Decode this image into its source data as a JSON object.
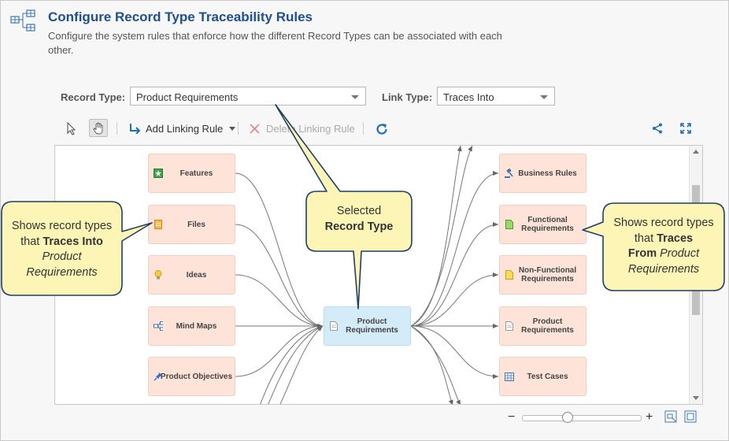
{
  "header": {
    "title": "Configure Record Type Traceability Rules",
    "description": "Configure the system rules that enforce how the different Record Types can be associated with each other."
  },
  "filters": {
    "record_type_label": "Record Type:",
    "record_type_value": "Product Requirements",
    "link_type_label": "Link Type:",
    "link_type_value": "Traces Into"
  },
  "toolbar": {
    "add_linking_rule": "Add Linking Rule",
    "delete_linking_rule": "Delete Linking Rule"
  },
  "diagram": {
    "left_nodes": [
      {
        "label": "Features",
        "icon": "features-icon"
      },
      {
        "label": "Files",
        "icon": "file-icon"
      },
      {
        "label": "Ideas",
        "icon": "lightbulb-icon"
      },
      {
        "label": "Mind Maps",
        "icon": "mind-map-icon"
      },
      {
        "label": "Product Objectives",
        "icon": "pin-icon"
      }
    ],
    "center_node": {
      "label": "Product Requirements",
      "icon": "document-icon"
    },
    "right_nodes": [
      {
        "label": "Business Rules",
        "icon": "gavel-icon"
      },
      {
        "label": "Functional Requirements",
        "icon": "green-document-icon"
      },
      {
        "label": "Non-Functional Requirements",
        "icon": "yellow-document-icon"
      },
      {
        "label": "Product Requirements",
        "icon": "document-icon"
      },
      {
        "label": "Test Cases",
        "icon": "grid-icon"
      }
    ]
  },
  "callouts": {
    "left_pre": "Shows record types that ",
    "left_bold": "Traces Into",
    "left_em": "Product Requirements",
    "center_line1": "Selected",
    "center_bold": "Record Type",
    "right_pre": "Shows record types that ",
    "right_bold1": "Traces",
    "right_bold2": "From",
    "right_em": "Product Requirements"
  },
  "colors": {
    "title": "#1f4f8f",
    "node_fill": "#fde3d8",
    "center_fill": "#d4ecf7",
    "callout_fill": "#fdf5b6",
    "callout_border": "#1f3f66",
    "accent": "#1f6fb8"
  }
}
